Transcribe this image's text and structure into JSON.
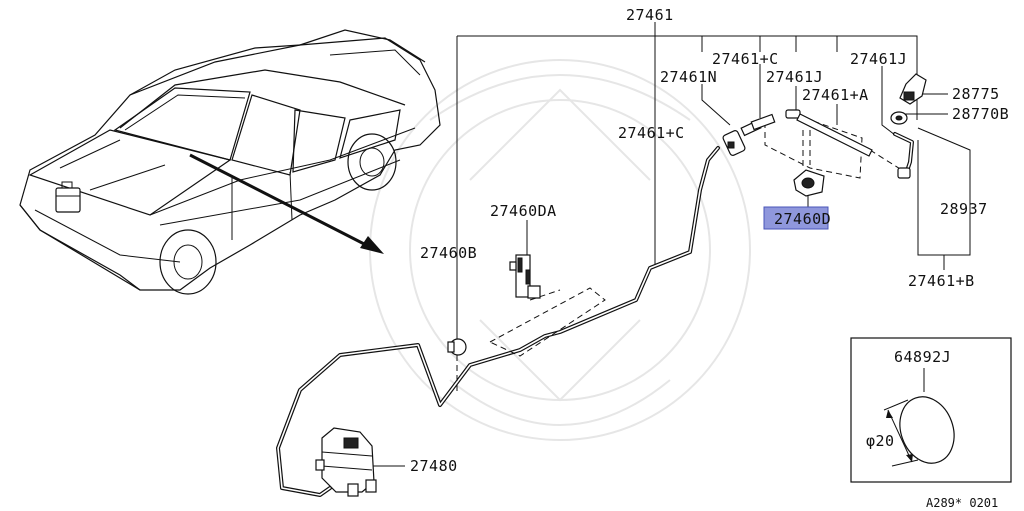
{
  "diagram": {
    "labels": {
      "p27461": "27461",
      "p27461c_top": "27461+C",
      "p27461n": "27461N",
      "p27461j_mid": "27461J",
      "p27461j_right": "27461J",
      "p27461a": "27461+A",
      "p28775": "28775",
      "p28770b": "28770B",
      "p27461c_left": "27461+C",
      "p27460da": "27460DA",
      "p27460b": "27460B",
      "p27460d": "27460D",
      "p28937": "28937",
      "p27461b": "27461+B",
      "p27480": "27480",
      "p64892j": "64892J",
      "dim": "φ20",
      "code": "A289* 0201"
    },
    "highlight_color": "#8f97dc"
  }
}
